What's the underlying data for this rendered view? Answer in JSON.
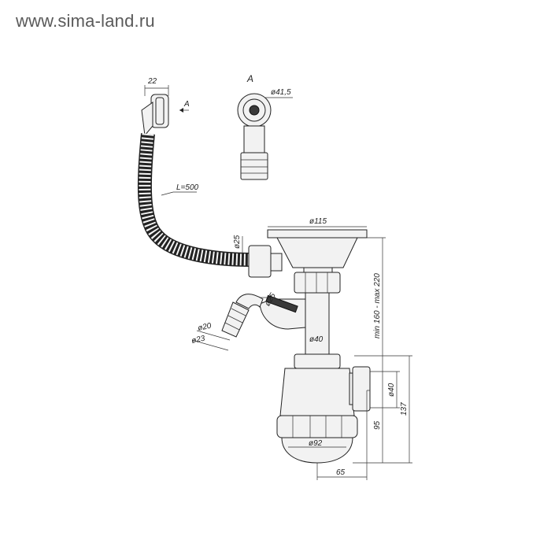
{
  "watermark": "www.sima-land.ru",
  "view_label": "A",
  "arrow_label": "A",
  "dims": {
    "top_width": "22",
    "outlet_diameter": "ø41,5",
    "hose_length": "L=500",
    "grid_diameter": "ø115",
    "side_inlet": "ø25",
    "branch_inlet": "ø25",
    "pipe_diameter": "ø40",
    "hose_inner": "ø20",
    "hose_outer": "ø23",
    "height_range": "min 160 - max 220",
    "outlet_side": "ø40",
    "bottle_diameter": "ø92",
    "height_95": "95",
    "height_137": "137",
    "offset_65": "65"
  }
}
